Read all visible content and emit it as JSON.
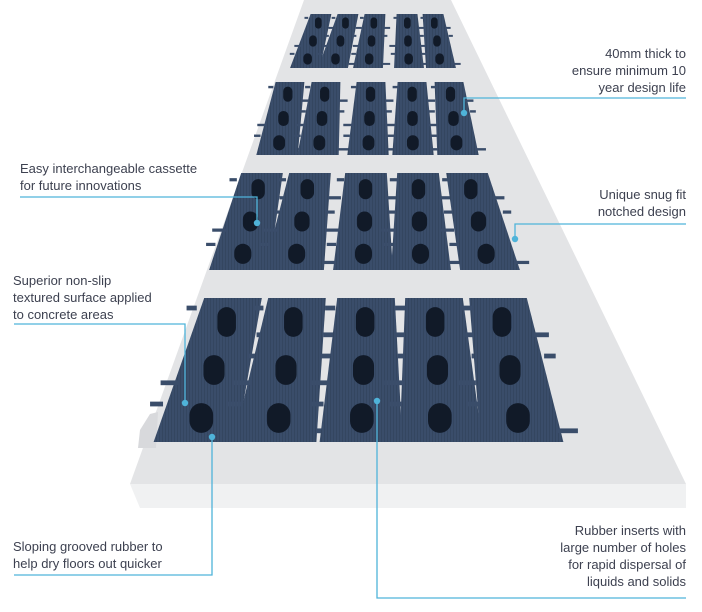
{
  "callouts": {
    "thickness": [
      "40mm thick to",
      "ensure minimum 10",
      "year design life"
    ],
    "cassette": [
      "Easy interchangeable cassette",
      "for future innovations"
    ],
    "notched": [
      "Unique snug fit",
      "notched design"
    ],
    "non_slip": [
      "Superior non-slip",
      "textured surface applied",
      "to concrete areas"
    ],
    "grooved": [
      "Sloping grooved rubber to",
      "help dry floors out quicker"
    ],
    "inserts": [
      "Rubber inserts with",
      "large number of holes",
      "for rapid dispersal of",
      "liquids and solids"
    ]
  },
  "colors": {
    "slab_top": "#e3e4e6",
    "slab_side": "#eeeff0",
    "slab_shadow": "#cfd1d4",
    "grate": "#3a4d6a",
    "slot": "#111a28",
    "leader": "#4fb3d9"
  }
}
